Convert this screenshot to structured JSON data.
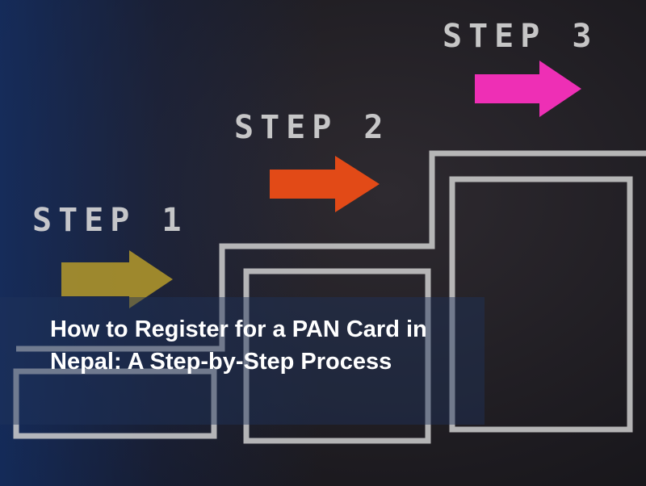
{
  "steps": [
    {
      "label": "STEP 1",
      "color": "#b59a2a"
    },
    {
      "label": "STEP 2",
      "color": "#e24a17"
    },
    {
      "label": "STEP 3",
      "color": "#ee2fb5"
    }
  ],
  "title": "How to Register for a PAN Card in Nepal: A Step-by-Step Process"
}
